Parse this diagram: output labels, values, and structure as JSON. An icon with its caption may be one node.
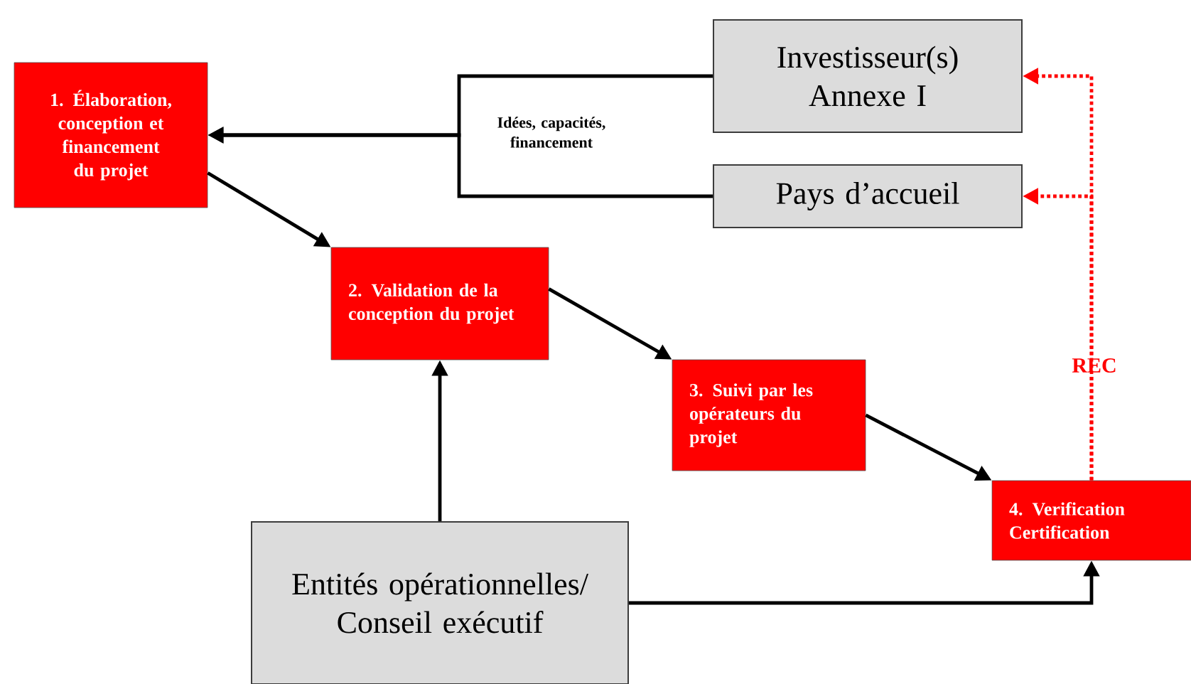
{
  "diagram": {
    "nodes": [
      {
        "text": [
          "1. Élaboration, conception et financement du projet"
        ]
      },
      {
        "text": [
          "2. Validation de la conception du projet"
        ]
      },
      {
        "text": [
          "3. Suivi par les opérateurs du projet"
        ]
      },
      {
        "text": [
          "4. Verification Certification"
        ]
      },
      {
        "text": [
          "Investisseur(s) Annexe I"
        ]
      },
      {
        "text": [
          "Pays d’accueil"
        ]
      },
      {
        "text": [
          "Entités opérationnelles/ Conseil exécutif"
        ]
      }
    ],
    "edges": [
      {
        "from": 4,
        "to": 0,
        "arrow": "to"
      },
      {
        "from": 5,
        "to": 0,
        "arrow": "to"
      },
      {
        "from": 0,
        "to": 1,
        "arrow": "to"
      },
      {
        "from": 1,
        "to": 2,
        "arrow": "to"
      },
      {
        "from": 2,
        "to": 3,
        "arrow": "to"
      },
      {
        "from": 6,
        "to": 1,
        "arrow": "to"
      },
      {
        "from": 6,
        "to": 3,
        "arrow": "to"
      },
      {
        "from": 3,
        "to": 4,
        "arrow": "to",
        "label": "REC",
        "style": "dashed",
        "color": "#ff0000"
      },
      {
        "from": 3,
        "to": 5,
        "arrow": "to",
        "style": "dashed",
        "color": "#ff0000"
      }
    ],
    "labels": [
      "Idées, capacités, financement"
    ]
  }
}
